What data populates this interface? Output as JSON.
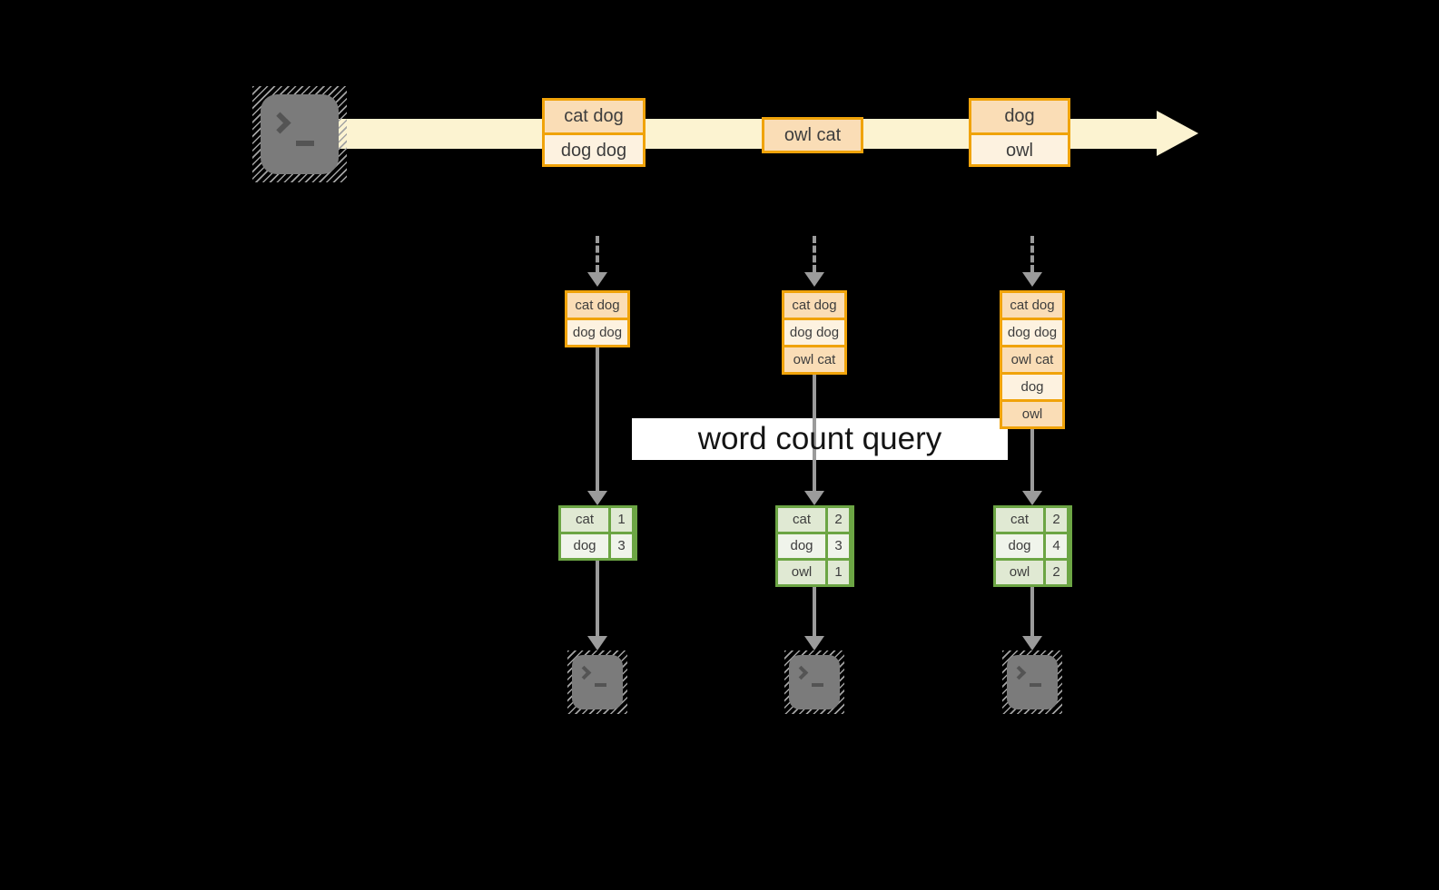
{
  "query": {
    "label": "word count query"
  },
  "stream": {
    "events": [
      {
        "lines": [
          "cat dog",
          "dog dog"
        ]
      },
      {
        "lines": [
          "owl cat"
        ]
      },
      {
        "lines": [
          "dog",
          "owl"
        ]
      }
    ]
  },
  "columns": [
    {
      "batch": [
        "cat dog",
        "dog dog"
      ],
      "counts": [
        {
          "word": "cat",
          "count": "1"
        },
        {
          "word": "dog",
          "count": "3"
        }
      ]
    },
    {
      "batch": [
        "cat dog",
        "dog dog",
        "owl cat"
      ],
      "counts": [
        {
          "word": "cat",
          "count": "2"
        },
        {
          "word": "dog",
          "count": "3"
        },
        {
          "word": "owl",
          "count": "1"
        }
      ]
    },
    {
      "batch": [
        "cat dog",
        "dog dog",
        "owl cat",
        "dog",
        "owl"
      ],
      "counts": [
        {
          "word": "cat",
          "count": "2"
        },
        {
          "word": "dog",
          "count": "4"
        },
        {
          "word": "owl",
          "count": "2"
        }
      ]
    }
  ],
  "icons": {
    "source": "terminal-prompt-icon",
    "sinks": "terminal-prompt-icon",
    "stream_arrow": "right-arrow-icon",
    "flow_arrows": "down-arrow-icon"
  },
  "colors": {
    "band": "#FCF3D1",
    "amber": "#F0A30A",
    "peach": "#FADDB6",
    "cream": "#FDF2E0",
    "green": "#6CA544",
    "green_fill_a": "#E0E9D3",
    "green_fill_b": "#F0F4EB",
    "arrow": "#9B9B9B",
    "terminal": "#7B7B7B",
    "glyph": "#545454",
    "hatch": "#A3A3A3",
    "ink": "#3D3D3D",
    "label_bg": "#FFFFFF",
    "label_ink": "#141414",
    "background": "#000000"
  }
}
